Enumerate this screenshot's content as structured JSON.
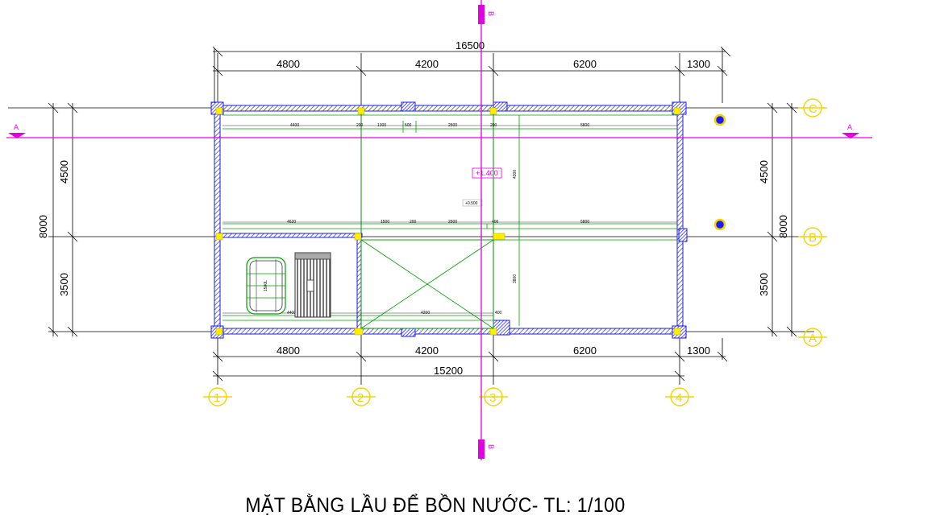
{
  "drawing": {
    "title": "MẶT BẰNG LẦU ĐỂ BỒN NƯỚC- TL: 1/100",
    "top_overall": "16500",
    "bottom_overall": "15200",
    "top_spans": [
      "4800",
      "4200",
      "6200",
      "1300"
    ],
    "bottom_spans": [
      "4800",
      "4200",
      "6200",
      "1300"
    ],
    "left_overall": "8000",
    "left_spans": [
      "4500",
      "3500"
    ],
    "right_overall": "8000",
    "right_spans": [
      "4500",
      "3500"
    ],
    "grid_numbers": [
      "1",
      "2",
      "3",
      "4"
    ],
    "grid_letters": [
      "C",
      "B",
      "A"
    ],
    "section_a": "A",
    "section_b": "B",
    "level_tag": "+1.400",
    "small_tag": "+0.500",
    "inner_dims_top": [
      "4400",
      "200",
      "1300",
      "500",
      "2500",
      "200",
      "5800"
    ],
    "inner_dims_mid": [
      "4620",
      "1500",
      "200",
      "2500",
      "400",
      "5800"
    ],
    "inner_dims_bottom": [
      "4400",
      "4200",
      "400"
    ],
    "inner_dims_vertical": [
      "4300",
      "3800"
    ],
    "tank_label": "1500L"
  },
  "colors": {
    "wall_hatch": "#7a7a7a",
    "wall_outline": "#1a1aff",
    "column": "#ffee00",
    "dimension": "#000000",
    "axis_bubble": "#f2d400",
    "section_line": "#e000e0",
    "beam_line": "#00a000",
    "column_stub": "#1a1aff"
  }
}
